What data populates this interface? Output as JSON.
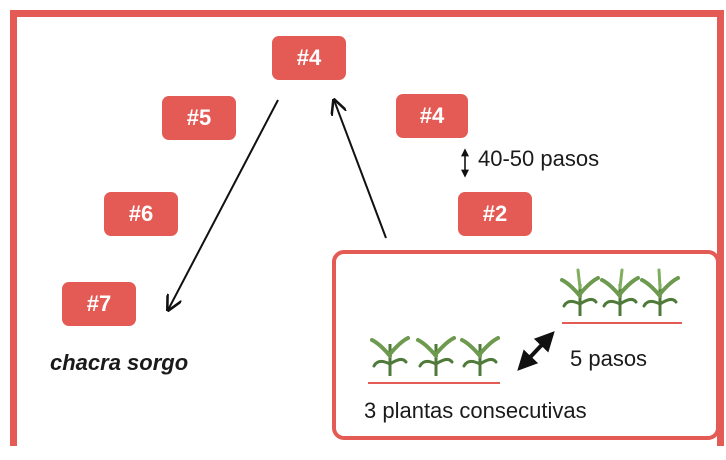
{
  "badges": {
    "top": "#4",
    "right_upper": "#4",
    "right_lower": "#2",
    "left_5": "#5",
    "left_6": "#6",
    "left_7": "#7"
  },
  "labels": {
    "field": "chacra sorgo",
    "distance_rows": "40-50 pasos",
    "distance_plants": "5 pasos",
    "plants_caption": "3 plantas consecutivas"
  },
  "colors": {
    "accent": "#e45a55",
    "plant_green": "#4f7a3a",
    "text": "#1a1a1a"
  },
  "icons": [
    "double-arrow-vertical-icon",
    "double-arrow-diagonal-icon",
    "sorghum-plant-icon"
  ]
}
